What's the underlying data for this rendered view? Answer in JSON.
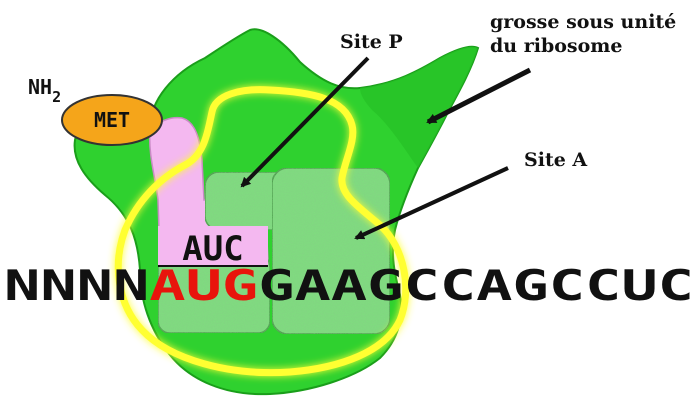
{
  "labels": {
    "nh2_main": "NH",
    "nh2_sub": "2",
    "met": "MET",
    "site_p": "Site P",
    "site_a": "Site A",
    "large_subunit_line1": "grosse sous unité",
    "large_subunit_line2": "du ribosome"
  },
  "trna": {
    "anticodon": "AUC"
  },
  "mrna": {
    "leading": "NNNN",
    "start_codon": "AUG",
    "trailing": "GAAGCCAGCCUC"
  },
  "colors": {
    "ribosome_green": "#2fd12f",
    "ribosome_dark": "#1a9e1a",
    "site_fill": "#7ee07e",
    "trna_pink": "#f4b8f0",
    "met_orange": "#f5a51a",
    "highlight_yellow": "#ffff33",
    "start_codon_red": "#e8140c",
    "text_dark": "#111111"
  },
  "icons": {
    "pointer": "arrow-icon"
  }
}
